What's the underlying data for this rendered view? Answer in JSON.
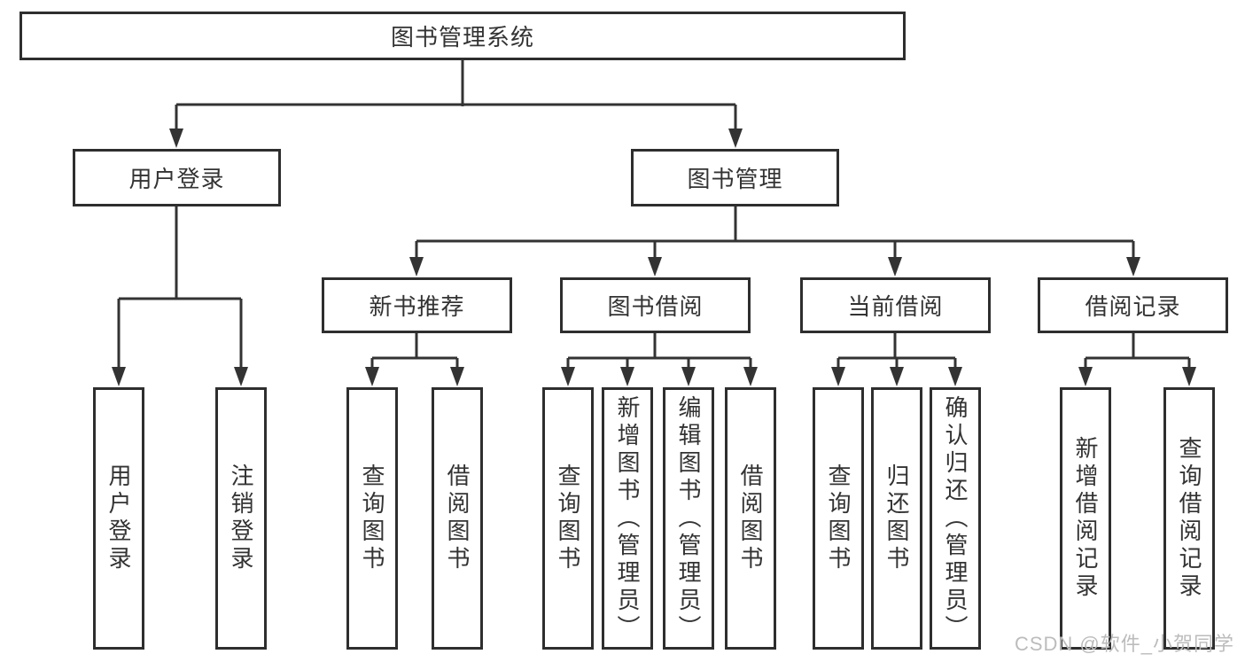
{
  "diagram_title": "图书管理系统",
  "colors": {
    "background": "#ffffff",
    "box_border": "#2e2e2e",
    "line": "#333333",
    "text": "#333333",
    "watermark": "#bcbcbc"
  },
  "nodes": {
    "root": {
      "label": "图书管理系统"
    },
    "user_login": {
      "label": "用户登录"
    },
    "book_mgmt": {
      "label": "图书管理"
    },
    "ul_c1": {
      "label": "用户登录"
    },
    "ul_c2": {
      "label": "注销登录"
    },
    "new_books": {
      "label": "新书推荐"
    },
    "borrow": {
      "label": "图书借阅"
    },
    "current": {
      "label": "当前借阅"
    },
    "records": {
      "label": "借阅记录"
    },
    "nb_c1": {
      "label": "查询图书"
    },
    "nb_c2": {
      "label": "借阅图书"
    },
    "bw_c1": {
      "label": "查询图书"
    },
    "bw_c2": {
      "label": "新增图书（管理员）"
    },
    "bw_c3": {
      "label": "编辑图书（管理员）"
    },
    "bw_c4": {
      "label": "借阅图书"
    },
    "cu_c1": {
      "label": "查询图书"
    },
    "cu_c2": {
      "label": "归还图书"
    },
    "cu_c3": {
      "label": "确认归还（管理员）"
    },
    "rc_c1": {
      "label": "新增借阅记录"
    },
    "rc_c2": {
      "label": "查询借阅记录"
    }
  },
  "structure": {
    "图书管理系统": {
      "用户登录": [
        "用户登录",
        "注销登录"
      ],
      "图书管理": {
        "新书推荐": [
          "查询图书",
          "借阅图书"
        ],
        "图书借阅": [
          "查询图书",
          "新增图书（管理员）",
          "编辑图书（管理员）",
          "借阅图书"
        ],
        "当前借阅": [
          "查询图书",
          "归还图书",
          "确认归还（管理员）"
        ],
        "借阅记录": [
          "新增借阅记录",
          "查询借阅记录"
        ]
      }
    }
  },
  "watermark": {
    "text": "CSDN @软件_小贺同学"
  }
}
